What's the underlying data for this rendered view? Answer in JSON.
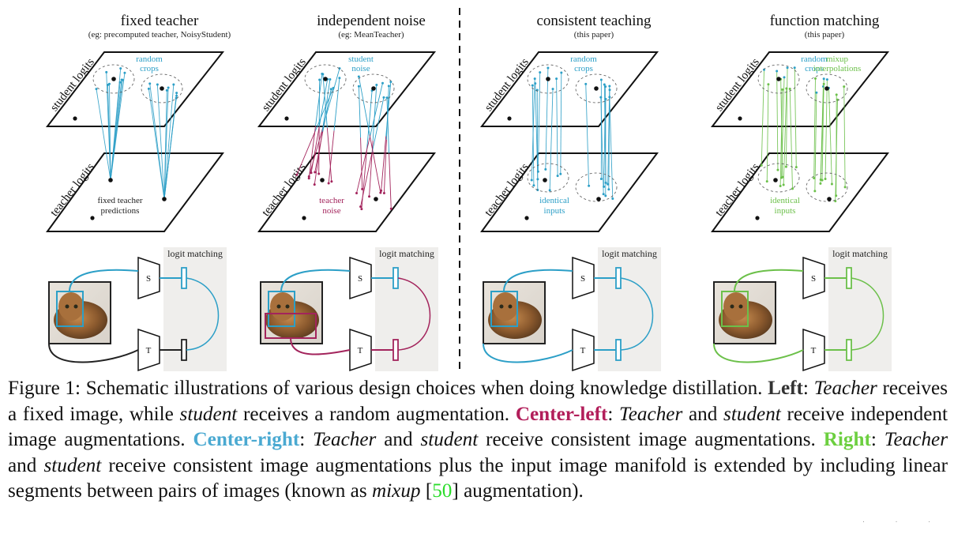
{
  "panels": [
    {
      "title": "fixed teacher",
      "subtitle": "(eg: precomputed teacher, NoisyStudent)",
      "student_axis": "student logits",
      "teacher_axis": "teacher logits",
      "student_annotation": [
        "random",
        "crops"
      ],
      "teacher_annotation": [
        "fixed teacher",
        "predictions"
      ],
      "logit_box": "logit matching",
      "net_s": "S",
      "net_t": "T",
      "color": "#2c9fc7",
      "teacher_color": "#222222"
    },
    {
      "title": "independent noise",
      "subtitle": "(eg: MeanTeacher)",
      "student_axis": "student logits",
      "teacher_axis": "teacher logits",
      "student_annotation": [
        "student",
        "noise"
      ],
      "teacher_annotation": [
        "teacher",
        "noise"
      ],
      "logit_box": "logit matching",
      "net_s": "S",
      "net_t": "T",
      "color": "#2c9fc7",
      "teacher_color": "#a3245c"
    },
    {
      "title": "consistent teaching",
      "subtitle": "(this paper)",
      "student_axis": "student logits",
      "teacher_axis": "teacher logits",
      "student_annotation": [
        "random",
        "crops"
      ],
      "teacher_annotation": [
        "identical",
        "inputs"
      ],
      "logit_box": "logit matching",
      "net_s": "S",
      "net_t": "T",
      "color": "#2c9fc7",
      "teacher_color": "#2c9fc7"
    },
    {
      "title": "function matching",
      "subtitle": "(this paper)",
      "student_axis": "student logits",
      "teacher_axis": "teacher logits",
      "student_annotation": [
        "random",
        "crops"
      ],
      "student_annotation2": [
        "mixup",
        "interpolations"
      ],
      "teacher_annotation": [
        "identical",
        "inputs"
      ],
      "logit_box": "logit matching",
      "net_s": "S",
      "net_t": "T",
      "color": "#2c9fc7",
      "teacher_color": "#6cc04a"
    }
  ],
  "caption": {
    "figure_label": "Figure 1:",
    "intro": " Schematic illustrations of various design choices when doing knowledge distillation. ",
    "left_label": "Left",
    "left_text_1": ": ",
    "left_teacher": "Teacher",
    "left_text_2": " receives a fixed image, while ",
    "left_student": "student",
    "left_text_3": " receives a random augmentation. ",
    "cl_label": "Center-left",
    "cl_text_1": ": ",
    "cl_teacher": "Teacher",
    "cl_text_2": " and ",
    "cl_student": "student",
    "cl_text_3": " receive independent image augmentations. ",
    "cr_label": "Center-right",
    "cr_text_1": ": ",
    "cr_teacher": "Teacher",
    "cr_text_2": " and ",
    "cr_student": "student",
    "cr_text_3": " receive consistent image augmentations. ",
    "r_label": "Right",
    "r_text_1": ": ",
    "r_teacher": "Teacher",
    "r_text_2": " and ",
    "r_student": "student",
    "r_text_3": " receive consistent image augmentations plus the input image manifold is extended by including linear segments between pairs of images (known as ",
    "r_mixup": "mixup",
    "r_text_4": " [",
    "r_cite": "50",
    "r_text_5": "] augmentation)."
  },
  "colors": {
    "blue": "#2c9fc7",
    "magenta": "#a3245c",
    "green": "#6cc04a",
    "gray_box": "#efeeec"
  }
}
